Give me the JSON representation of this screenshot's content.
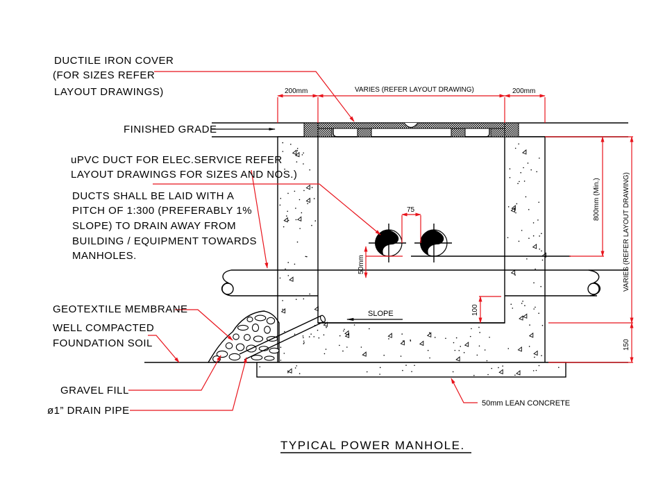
{
  "title": "TYPICAL POWER MANHOLE.",
  "labels": {
    "cover": [
      "DUCTILE IRON COVER",
      "(FOR SIZES REFER",
      "LAYOUT DRAWINGS)"
    ],
    "finished_grade": "FINISHED GRADE",
    "duct": [
      "uPVC DUCT FOR ELEC.SERVICE  REFER",
      "LAYOUT DRAWINGS FOR SIZES AND NOS.)"
    ],
    "duct_note": [
      "DUCTS SHALL BE LAID WITH A",
      "PITCH OF 1:300 (PREFERABLY 1%",
      "SLOPE) TO DRAIN AWAY  FROM",
      "BUILDING / EQUIPMENT TOWARDS",
      "MANHOLES."
    ],
    "geotextile": "GEOTEXTILE MEMBRANE",
    "soil": [
      "WELL COMPACTED",
      "FOUNDATION SOIL"
    ],
    "gravel": "GRAVEL FILL",
    "drain_pipe": "ø1” DRAIN PIPE",
    "lean_concrete": "50mm LEAN CONCRETE",
    "slope": "SLOPE"
  },
  "dimensions": {
    "wall_left": "200mm",
    "opening": "VARIES (REFER LAYOUT DRAWING)",
    "wall_right": "200mm",
    "duct_spacing": "75",
    "duct_offset": "50mm",
    "sump_depth": "100",
    "cover_depth": "800mm (Min.)",
    "total_depth": "VARIES (REFER LAYOUT DRAWING)",
    "base_thickness": "150"
  },
  "colors": {
    "line": "#000000",
    "dimension": "#e8131b"
  }
}
